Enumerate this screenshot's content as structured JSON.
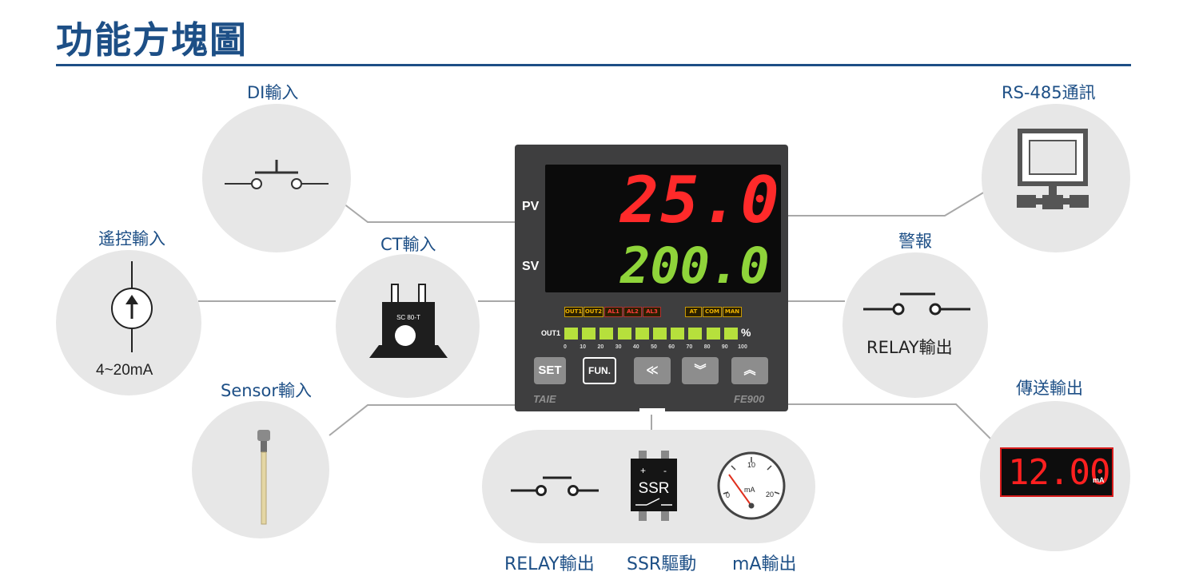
{
  "title": "功能方塊圖",
  "labels": {
    "di_input": "DI輸入",
    "remote_input": "遙控輸入",
    "remote_range": "4~20mA",
    "ct_input": "CT輸入",
    "ct_model": "SC 80-T",
    "sensor_input": "Sensor輸入",
    "rs485": "RS-485通訊",
    "alarm": "警報",
    "alarm_relay": "RELAY輸出",
    "transmit_output": "傳送輸出",
    "out_relay": "RELAY輸出",
    "out_ssr": "SSR驅動",
    "out_ma": "mA輸出",
    "ssr_text": "SSR",
    "ssr_plus": "+",
    "ssr_minus": "-",
    "meter_unit": "mA",
    "meter_0": "0",
    "meter_10": "10",
    "meter_20": "20"
  },
  "controller": {
    "pv_label": "PV",
    "sv_label": "SV",
    "pv_value": "25.0",
    "sv_value": "200.0",
    "indicators": [
      "OUT1",
      "OUT2",
      "AL1",
      "AL2",
      "AL3",
      "AT",
      "COM",
      "MAN"
    ],
    "bar_label": "OUT1",
    "bar_unit": "%",
    "bar_ticks": [
      "0",
      "10",
      "20",
      "30",
      "40",
      "50",
      "60",
      "70",
      "80",
      "90",
      "100"
    ],
    "bar_fill_percent": 100,
    "buttons": {
      "set": "SET",
      "fun": "FUN.",
      "shift": "≪",
      "down": "︾",
      "up": "︽"
    },
    "brand": "TAIE",
    "model": "FE900"
  },
  "transmit_display": {
    "value": "12.00",
    "unit": "mA"
  },
  "colors": {
    "title": "#1d4f86",
    "pv_digits": "#ff2a2a",
    "sv_digits": "#8fd43a",
    "circle_bg": "#e7e7e7",
    "panel": "#3e3e3f"
  }
}
